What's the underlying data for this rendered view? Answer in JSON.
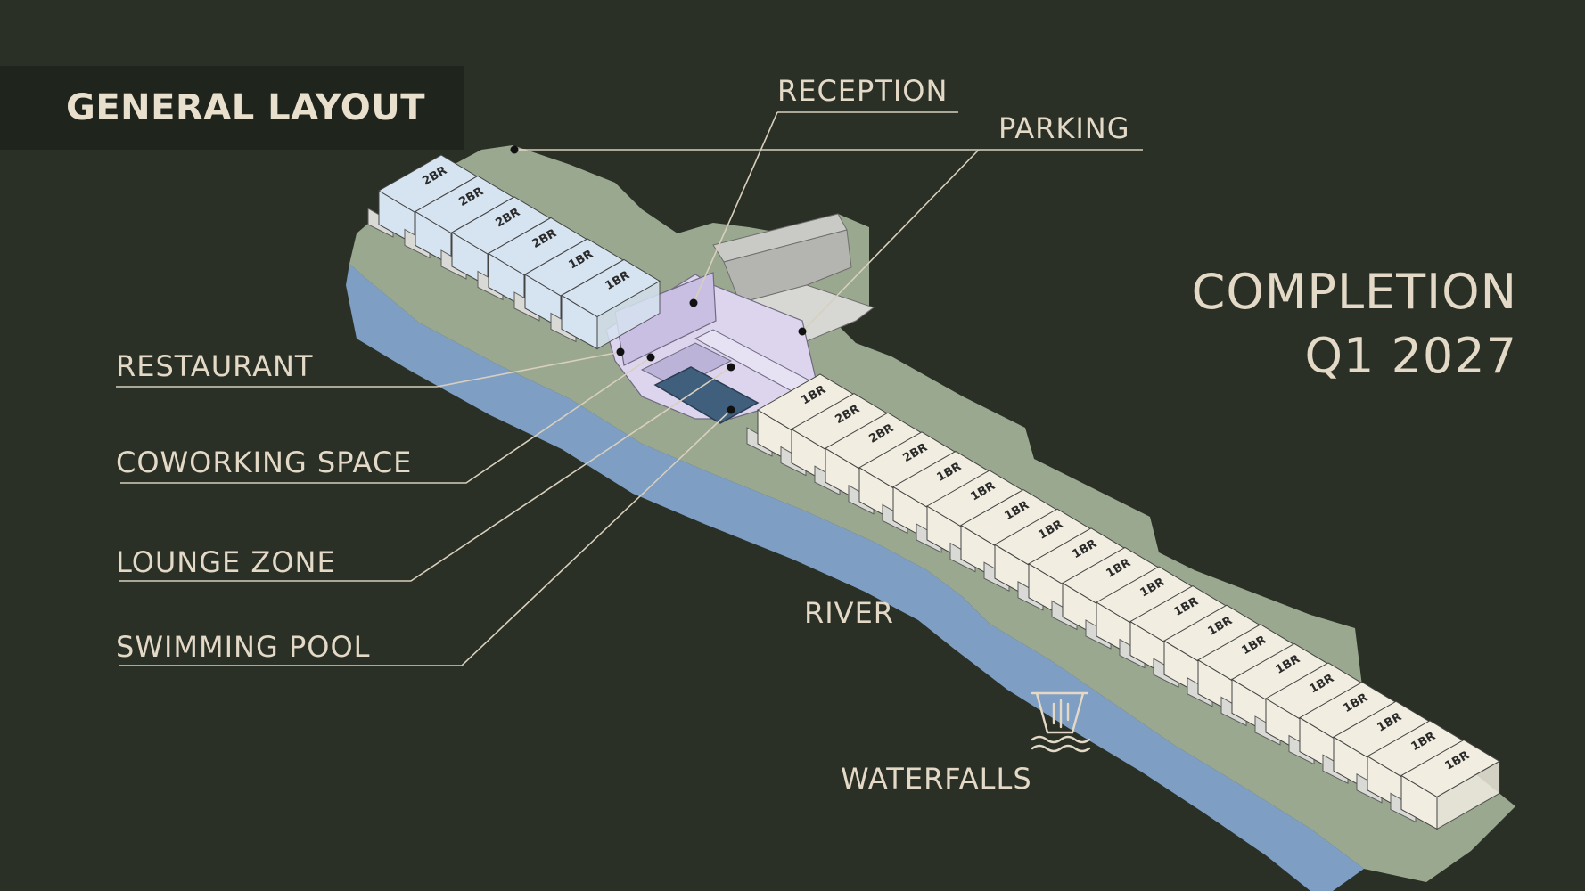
{
  "title": "GENERAL LAYOUT",
  "completion": {
    "line1": "COMPLETION",
    "line2": "Q1 2027"
  },
  "labels": {
    "reception": "RECEPTION",
    "parking": "PARKING",
    "restaurant": "RESTAURANT",
    "coworking": "COWORKING SPACE",
    "lounge": "LOUNGE ZONE",
    "pool": "SWIMMING POOL",
    "river": "RIVER",
    "waterfalls": "WATERFALLS"
  },
  "units_upper": [
    "2BR",
    "2BR",
    "2BR",
    "2BR",
    "1BR",
    "1BR"
  ],
  "units_lower": [
    "1BR",
    "2BR",
    "2BR",
    "2BR",
    "1BR",
    "1BR",
    "1BR",
    "1BR",
    "1BR",
    "1BR",
    "1BR",
    "1BR",
    "1BR",
    "1BR",
    "1BR",
    "1BR",
    "1BR",
    "1BR",
    "1BR",
    "1BR"
  ],
  "colors": {
    "background": "#2a3025",
    "terrain": "#9aa890",
    "river": "#7e9ec4",
    "upper_units": "#d6e3f1",
    "amenity": "#ddd5ee",
    "lower_units": "#f1ede0",
    "pool": "#3f5f7d",
    "label_text": "#e3d9c6"
  },
  "icons": {
    "waterfalls": "waterfall-icon"
  }
}
